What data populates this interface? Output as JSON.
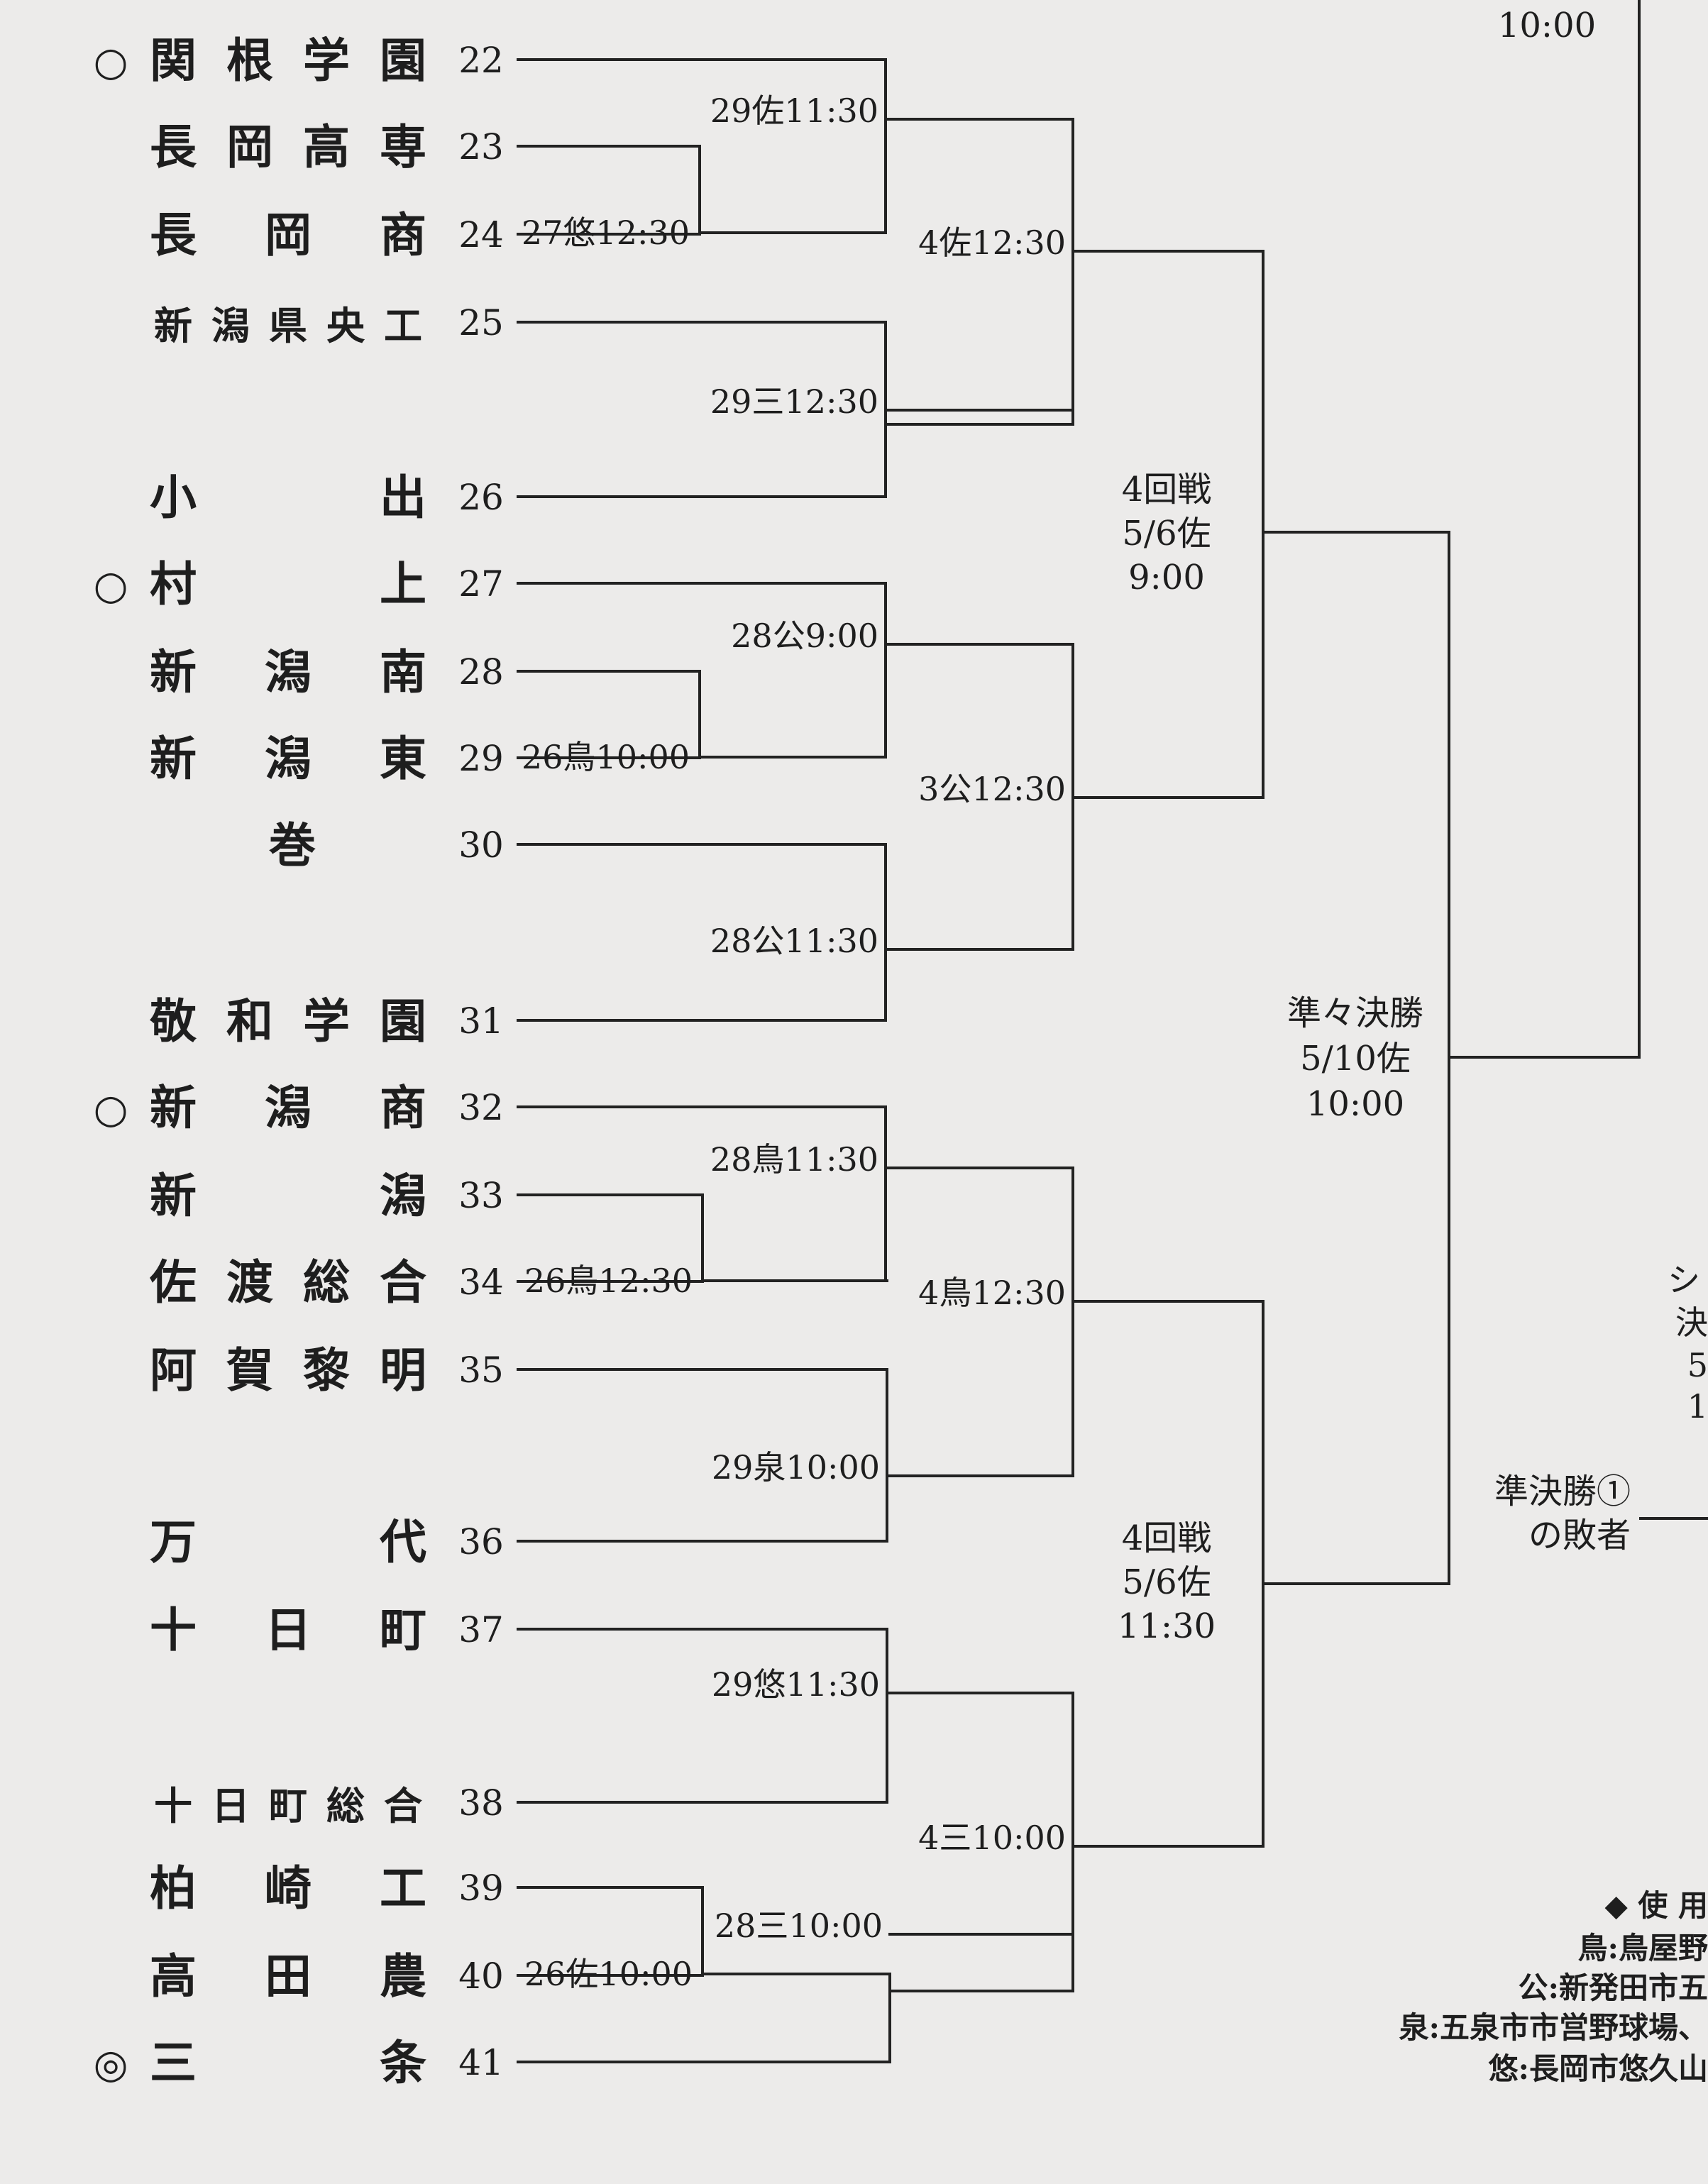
{
  "header": {
    "top_time": "10:00"
  },
  "teams": [
    {
      "num": "22",
      "name": "関根学園",
      "mark": "○"
    },
    {
      "num": "23",
      "name": "長岡高専",
      "mark": ""
    },
    {
      "num": "24",
      "name": "長岡商",
      "mark": ""
    },
    {
      "num": "25",
      "name": "新潟県央工",
      "mark": ""
    },
    {
      "num": "26",
      "name": "小出",
      "mark": ""
    },
    {
      "num": "27",
      "name": "村上",
      "mark": "○"
    },
    {
      "num": "28",
      "name": "新潟南",
      "mark": ""
    },
    {
      "num": "29",
      "name": "新潟東",
      "mark": ""
    },
    {
      "num": "30",
      "name": "巻",
      "mark": ""
    },
    {
      "num": "31",
      "name": "敬和学園",
      "mark": ""
    },
    {
      "num": "32",
      "name": "新潟商",
      "mark": "○"
    },
    {
      "num": "33",
      "name": "新潟",
      "mark": ""
    },
    {
      "num": "34",
      "name": "佐渡総合",
      "mark": ""
    },
    {
      "num": "35",
      "name": "阿賀黎明",
      "mark": ""
    },
    {
      "num": "36",
      "name": "万代",
      "mark": ""
    },
    {
      "num": "37",
      "name": "十日町",
      "mark": ""
    },
    {
      "num": "38",
      "name": "十日町総合",
      "mark": ""
    },
    {
      "num": "39",
      "name": "柏崎工",
      "mark": ""
    },
    {
      "num": "40",
      "name": "高田農",
      "mark": ""
    },
    {
      "num": "41",
      "name": "三条",
      "mark": "◎"
    }
  ],
  "matches": {
    "m23_24": "27悠12:30",
    "m22_q": "29佐11:30",
    "m25_26": "29三12:30",
    "m28_29": "26鳥10:00",
    "m27_q": "28公9:00",
    "m30_31": "28公11:30",
    "m33_34": "26鳥12:30",
    "m32_q": "28鳥11:30",
    "m35_36": "29泉10:00",
    "m37_38": "29悠11:30",
    "m39_40": "26佐10:00",
    "m41_q": "28三10:00",
    "r3_a": "4佐12:30",
    "r3_b": "3公12:30",
    "r3_c": "4鳥12:30",
    "r3_d": "4三10:00"
  },
  "round4_top": [
    "4回戦",
    "5/6佐",
    "9:00"
  ],
  "round4_bottom": [
    "4回戦",
    "5/6佐",
    "11:30"
  ],
  "quarterfinal": [
    "準々決勝",
    "5/10佐",
    "10:00"
  ],
  "semifinal_loser": [
    "準決勝①",
    "の敗者"
  ],
  "side_fragment": [
    "シ",
    "決",
    "5",
    "1"
  ],
  "legend": {
    "title": "◆ 使 用",
    "lines": [
      "鳥:鳥屋野",
      "公:新発田市五",
      "泉:五泉市市営野球場、",
      "悠:長岡市悠久山"
    ]
  }
}
